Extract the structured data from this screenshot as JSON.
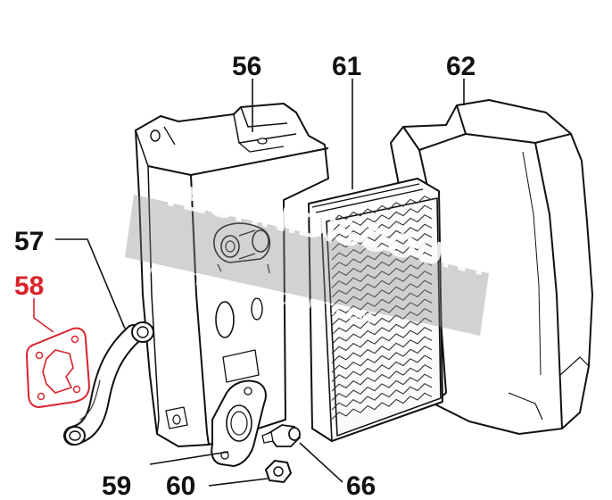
{
  "callouts": {
    "c56": "56",
    "c57": "57",
    "c58": "58",
    "c59": "59",
    "c60": "60",
    "c61": "61",
    "c62": "62",
    "c66": "66"
  },
  "watermark": {
    "brand": "TECHNIDISCOUNT",
    "url": "WWW.TECHNIDISCOUNT.COM"
  },
  "colors": {
    "highlight": "#d9232b",
    "line": "#111111",
    "watermark": "#8a8a8a"
  }
}
